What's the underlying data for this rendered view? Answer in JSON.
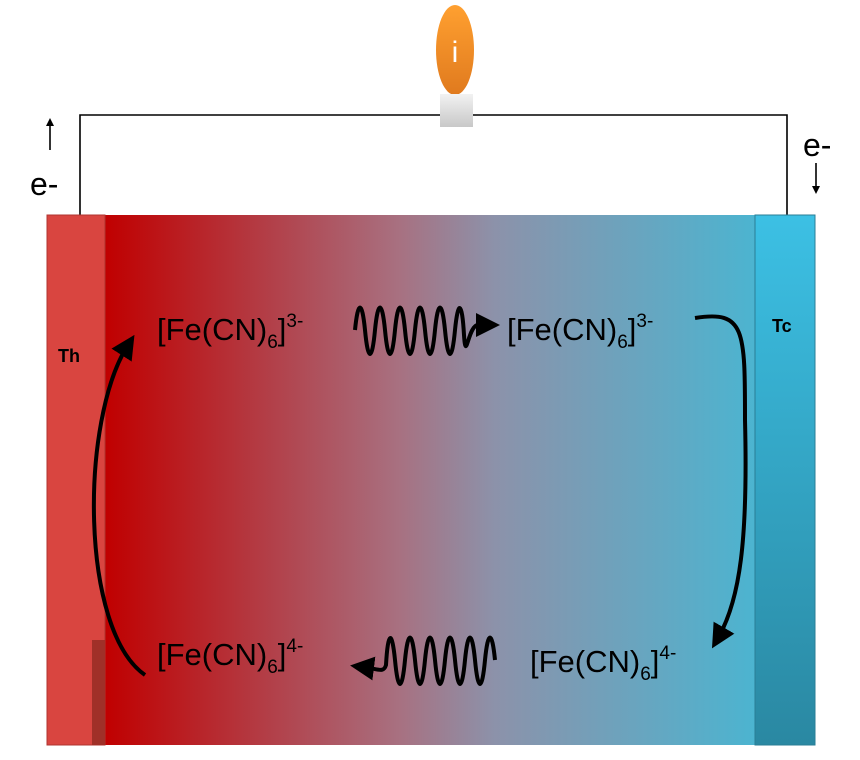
{
  "bulb": {
    "symbol": "i",
    "color": "#f28a22"
  },
  "electrodes": {
    "hot": {
      "label": "Th",
      "color": "#d94540"
    },
    "cold": {
      "label": "Tc",
      "color": "#38bde0"
    }
  },
  "electron_labels": {
    "left": "e-",
    "right": "e-"
  },
  "species": {
    "top_left": {
      "base": "[Fe(CN)",
      "sub": "6",
      "close": "]",
      "charge": "3-"
    },
    "top_right": {
      "base": "[Fe(CN)",
      "sub": "6",
      "close": "]",
      "charge": "3-"
    },
    "bottom_left": {
      "base": "[Fe(CN)",
      "sub": "6",
      "close": "]",
      "charge": "4-"
    },
    "bottom_right": {
      "base": "[Fe(CN)",
      "sub": "6",
      "close": "]",
      "charge": "4-"
    }
  },
  "colors": {
    "gradient_hot": "#c00000",
    "gradient_mid": "#9a8aa0",
    "gradient_cold": "#4cb4d0"
  }
}
